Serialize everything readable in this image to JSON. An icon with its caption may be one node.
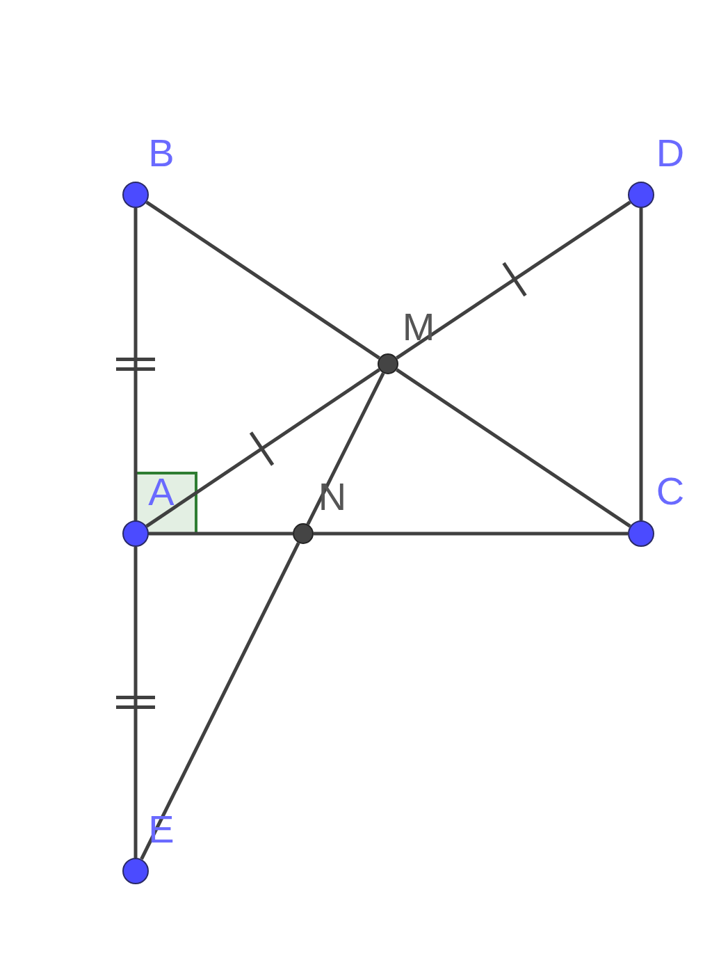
{
  "diagram": {
    "nodes": [
      {
        "text": [
          "B"
        ]
      },
      {
        "text": [
          "D"
        ]
      },
      {
        "text": [
          "M"
        ]
      },
      {
        "text": [
          "A"
        ]
      },
      {
        "text": [
          "N"
        ]
      },
      {
        "text": [
          "C"
        ]
      },
      {
        "text": [
          "E"
        ]
      }
    ],
    "edges": [
      {
        "from": 0,
        "to": 3,
        "arrow": "none"
      },
      {
        "from": 0,
        "to": 2,
        "arrow": "none"
      },
      {
        "from": 2,
        "to": 5,
        "arrow": "none"
      },
      {
        "from": 3,
        "to": 2,
        "arrow": "none"
      },
      {
        "from": 2,
        "to": 1,
        "arrow": "none"
      },
      {
        "from": 1,
        "to": 5,
        "arrow": "none"
      },
      {
        "from": 3,
        "to": 4,
        "arrow": "none"
      },
      {
        "from": 4,
        "to": 5,
        "arrow": "none"
      },
      {
        "from": 3,
        "to": 6,
        "arrow": "none"
      },
      {
        "from": 2,
        "to": 4,
        "arrow": "none"
      },
      {
        "from": 4,
        "to": 6,
        "arrow": "none"
      }
    ]
  }
}
